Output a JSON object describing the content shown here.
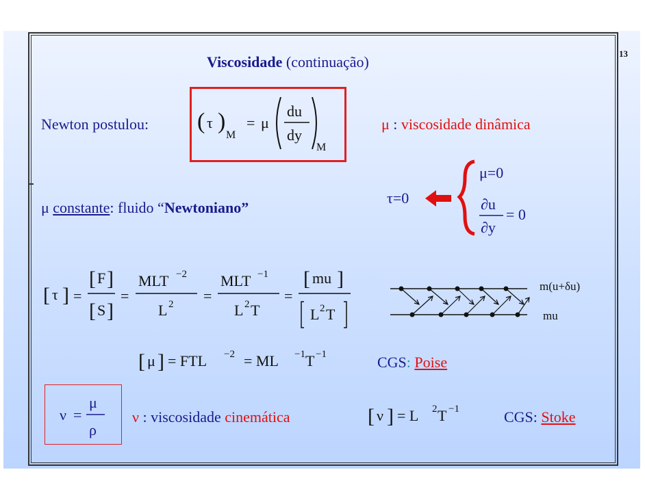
{
  "page_number": "13",
  "title": {
    "bold": "Viscosidade",
    "rest": " (continuação)"
  },
  "newton": {
    "label": "Newton postulou:",
    "mu": "μ",
    "colon": " : ",
    "desc": "viscosidade dinâmica"
  },
  "formula1": {
    "tau": "τ",
    "sub_M": "M",
    "eq": "=",
    "mu": "μ",
    "du": "du",
    "dy": "dy"
  },
  "condition": {
    "mu0": "μ=0",
    "tau0": "τ=0",
    "du": "∂u",
    "dy": "∂y",
    "eq0": "= 0"
  },
  "constant": {
    "mu": "μ ",
    "word": "constante",
    "mid": ": fluido “",
    "bold": "Newtoniano”"
  },
  "dimensions": {
    "tau": "τ",
    "F": "F",
    "S": "S",
    "MLT2": "MLT",
    "exp_m2": "−2",
    "L2": "L",
    "exp_2": "2",
    "MLT1": "MLT",
    "exp_m1": "−1",
    "L2T_L": "L",
    "L2T_T": "T",
    "mu_num": "mu",
    "eq": "="
  },
  "diagram": {
    "top_label": "m(u+δu)",
    "bottom_label": "mu"
  },
  "mu_dim": {
    "mu": "μ",
    "rhs1": "= FTL",
    "exp1": "−2",
    "rhs2": "= ML",
    "exp2": "−1",
    "T": "T",
    "exp3": "−1"
  },
  "cgs1": {
    "label": "CGS",
    "colon": ":",
    "unit": "Poise"
  },
  "nu": {
    "nu": "ν",
    "eq": "=",
    "mu": "μ",
    "rho": "ρ",
    "colon": " : ",
    "desc1": "viscosidade ",
    "desc2": "cinemática"
  },
  "nu_dim": {
    "nu": "ν",
    "rhs": "= L",
    "exp2": "2",
    "T": "T",
    "exp3": "−1"
  },
  "cgs2": {
    "label": "CGS",
    "colon": ": ",
    "unit": "Stoke"
  },
  "colors": {
    "navy": "#1a1a8c",
    "red": "#e01010",
    "box_red": "#e02020"
  }
}
